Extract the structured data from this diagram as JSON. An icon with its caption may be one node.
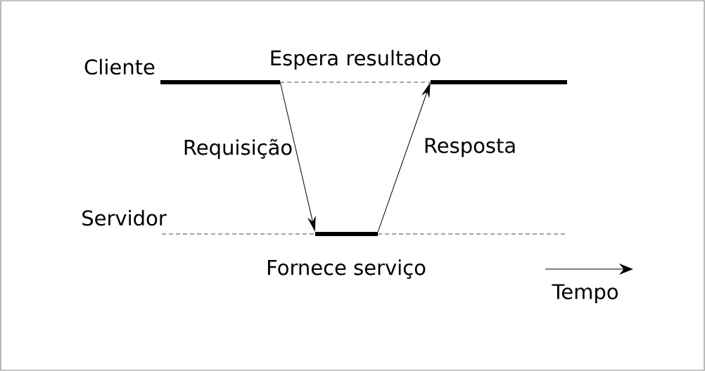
{
  "diagram": {
    "nodes": [
      {
        "text": [],
        "shape": "bar"
      },
      {
        "text": [],
        "shape": "bar"
      },
      {
        "text": [],
        "shape": "bar",
        "beside": [
          "Fornece serviço"
        ]
      }
    ],
    "edges": [
      {
        "from": 0,
        "to": 2,
        "arrow": "to",
        "label": "Requisição"
      },
      {
        "from": 2,
        "to": 1,
        "arrow": "to",
        "label": "Resposta"
      },
      {
        "from": 0,
        "to": 1,
        "arrow": "none",
        "style": "dashed",
        "label": "Espera resultado"
      }
    ],
    "labels": [
      "Cliente",
      "Servidor",
      "Tempo"
    ]
  }
}
